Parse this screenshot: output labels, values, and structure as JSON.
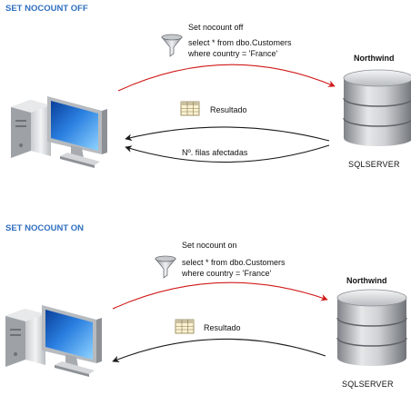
{
  "sections": [
    {
      "heading": "SET NOCOUNT OFF",
      "query_title": "Set nocount off",
      "query_line1": "select * from dbo.Customers",
      "query_line2": "where country = 'France'",
      "result_label": "Resultado",
      "rows_label": "Nº. filas afectadas",
      "database_name": "Northwind",
      "server_name": "SQLSERVER"
    },
    {
      "heading": "SET NOCOUNT ON",
      "query_title": "Set nocount on",
      "query_line1": "select * from dbo.Customers",
      "query_line2": "where country = 'France'",
      "result_label": "Resultado",
      "database_name": "Northwind",
      "server_name": "SQLSERVER"
    }
  ],
  "colors": {
    "heading": "#2f6fbf",
    "request_arrow": "#d11a1a",
    "response_arrow": "#1a1a1a"
  },
  "icons": [
    "computer-icon",
    "filter-funnel-icon",
    "table-grid-icon",
    "database-cylinder-icon"
  ]
}
